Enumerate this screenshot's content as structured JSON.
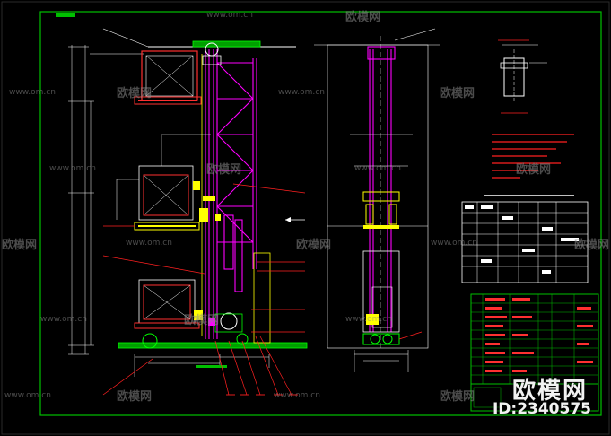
{
  "watermark": {
    "url": "www.om.cn",
    "brand": "欧模网"
  },
  "badge": {
    "brand": "欧模网",
    "id": "ID:2340575"
  },
  "colors": {
    "background": "#000000",
    "frame": "#00c000",
    "structure": "#ff00ff",
    "dimension": "#ffffff",
    "cage": "#ff3030",
    "hardware": "#ffff00",
    "callout": "#ff2020",
    "table_header": "#ffffff",
    "table_cell": "#ff3030"
  }
}
